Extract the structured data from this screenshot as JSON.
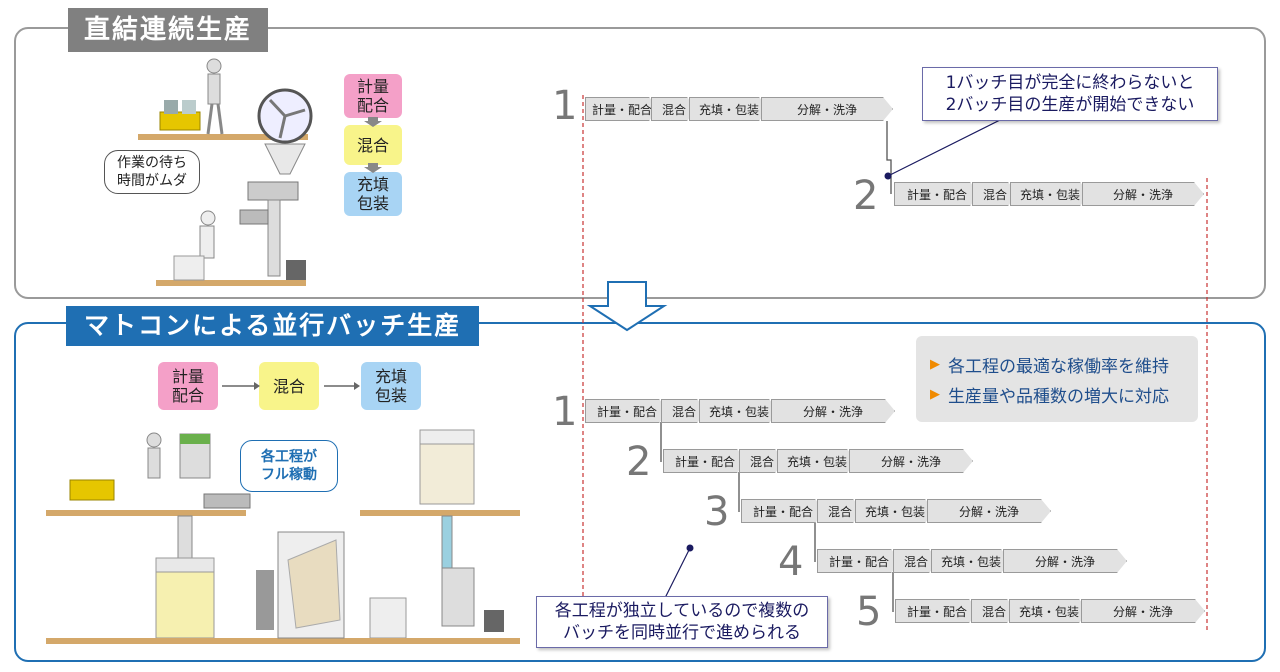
{
  "top": {
    "title": "直結連続生産",
    "steps": [
      "計量\n配合",
      "混合",
      "充填\n包装"
    ],
    "speech": "作業の待ち\n時間がムダ",
    "callout": "1バッチ目が完全に終わらないと\n2バッチ目の生産が開始できない",
    "batches": [
      {
        "num": "1",
        "segments": [
          "計量・配合",
          "混合",
          "充填・包装",
          "分解・洗浄"
        ]
      },
      {
        "num": "2",
        "segments": [
          "計量・配合",
          "混合",
          "充填・包装",
          "分解・洗浄"
        ]
      }
    ]
  },
  "bottom": {
    "title": "マトコンによる並行バッチ生産",
    "steps": [
      "計量\n配合",
      "混合",
      "充填\n包装"
    ],
    "speech": "各工程が\nフル稼動",
    "benefits": [
      "各工程の最適な稼働率を維持",
      "生産量や品種数の増大に対応"
    ],
    "callout": "各工程が独立しているので複数の\nバッチを同時並行で進められる",
    "batches": [
      {
        "num": "1",
        "segments": [
          "計量・配合",
          "混合",
          "充填・包装",
          "分解・洗浄"
        ]
      },
      {
        "num": "2",
        "segments": [
          "計量・配合",
          "混合",
          "充填・包装",
          "分解・洗浄"
        ]
      },
      {
        "num": "3",
        "segments": [
          "計量・配合",
          "混合",
          "充填・包装",
          "分解・洗浄"
        ]
      },
      {
        "num": "4",
        "segments": [
          "計量・配合",
          "混合",
          "充填・包装",
          "分解・洗浄"
        ]
      },
      {
        "num": "5",
        "segments": [
          "計量・配合",
          "混合",
          "充填・包装",
          "分解・洗浄"
        ]
      }
    ]
  },
  "colors": {
    "accent_blue": "#1f6fb3",
    "gray": "#808080",
    "pink": "#f4a0c8",
    "yellow": "#f8f48a",
    "light_blue": "#a8d4f4",
    "orange": "#f08a00",
    "red_dashed": "#c83232"
  }
}
